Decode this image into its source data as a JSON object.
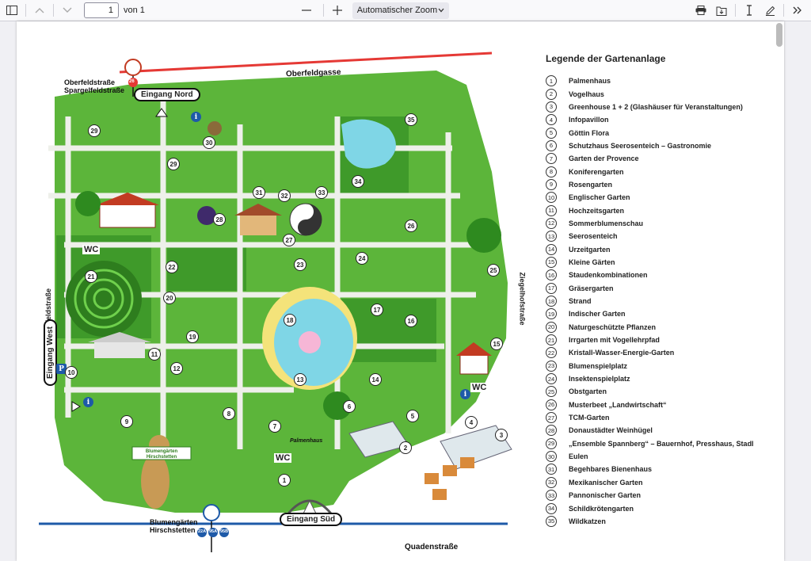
{
  "toolbar": {
    "page_number": "1",
    "page_of": "von 1",
    "zoom_value": "Automatischer Zoom",
    "minus_label": "—",
    "plus_label": "+"
  },
  "map": {
    "streets": {
      "north": "Oberfeldgasse",
      "northwest_1": "Oberfeldstraße",
      "northwest_2": "Spargelfeldstraße",
      "west": "Spargelfeldstraße",
      "east": "Ziegelhofstraße",
      "south": "Quadenstraße"
    },
    "entrances": {
      "north": "Eingang Nord",
      "west": "Eingang West",
      "south": "Eingang Süd"
    },
    "bus_stop_north": "26",
    "bus_stop_south_1": "Blumengärten",
    "bus_stop_south_2": "Hirschstetten",
    "bus_lines": [
      "22A",
      "95A",
      "95B"
    ],
    "wc_label": "WC",
    "parking_label": "P",
    "info_label": "i",
    "sign_text": "Blumengärten Hirschstetten",
    "palmenhaus_sign": "Palmenhaus",
    "area_numbers": [
      {
        "n": "29"
      },
      {
        "n": "30"
      },
      {
        "n": "29"
      },
      {
        "n": "31"
      },
      {
        "n": "32"
      },
      {
        "n": "33"
      },
      {
        "n": "34"
      },
      {
        "n": "35"
      },
      {
        "n": "28"
      },
      {
        "n": "27"
      },
      {
        "n": "26"
      },
      {
        "n": "25"
      },
      {
        "n": "21"
      },
      {
        "n": "22"
      },
      {
        "n": "23"
      },
      {
        "n": "24"
      },
      {
        "n": "20"
      },
      {
        "n": "19"
      },
      {
        "n": "18"
      },
      {
        "n": "17"
      },
      {
        "n": "16"
      },
      {
        "n": "15"
      },
      {
        "n": "10"
      },
      {
        "n": "11"
      },
      {
        "n": "12"
      },
      {
        "n": "13"
      },
      {
        "n": "14"
      },
      {
        "n": "9"
      },
      {
        "n": "8"
      },
      {
        "n": "7"
      },
      {
        "n": "6"
      },
      {
        "n": "5"
      },
      {
        "n": "4"
      },
      {
        "n": "3"
      },
      {
        "n": "2"
      },
      {
        "n": "1"
      }
    ]
  },
  "legend": {
    "title": "Legende der Gartenanlage",
    "items": [
      {
        "n": "1",
        "label": "Palmenhaus"
      },
      {
        "n": "2",
        "label": "Vogelhaus"
      },
      {
        "n": "3",
        "label": "Greenhouse 1 + 2 (Glashäuser für Veranstaltungen)"
      },
      {
        "n": "4",
        "label": "Infopavillon"
      },
      {
        "n": "5",
        "label": "Göttin Flora"
      },
      {
        "n": "6",
        "label": "Schutzhaus Seerosenteich – Gastronomie"
      },
      {
        "n": "7",
        "label": "Garten der Provence"
      },
      {
        "n": "8",
        "label": "Koniferengarten"
      },
      {
        "n": "9",
        "label": "Rosengarten"
      },
      {
        "n": "10",
        "label": "Englischer Garten"
      },
      {
        "n": "11",
        "label": "Hochzeitsgarten"
      },
      {
        "n": "12",
        "label": "Sommerblumenschau"
      },
      {
        "n": "13",
        "label": "Seerosenteich"
      },
      {
        "n": "14",
        "label": "Urzeitgarten"
      },
      {
        "n": "15",
        "label": "Kleine Gärten"
      },
      {
        "n": "16",
        "label": "Staudenkombinationen"
      },
      {
        "n": "17",
        "label": "Gräsergarten"
      },
      {
        "n": "18",
        "label": "Strand"
      },
      {
        "n": "19",
        "label": "Indischer Garten"
      },
      {
        "n": "20",
        "label": "Naturgeschützte Pflanzen"
      },
      {
        "n": "21",
        "label": "Irrgarten mit Vogellehrpfad"
      },
      {
        "n": "22",
        "label": "Kristall-Wasser-Energie-Garten"
      },
      {
        "n": "23",
        "label": "Blumenspielplatz"
      },
      {
        "n": "24",
        "label": "Insektenspielplatz"
      },
      {
        "n": "25",
        "label": "Obstgarten"
      },
      {
        "n": "26",
        "label": "Musterbeet „Landwirtschaft“"
      },
      {
        "n": "27",
        "label": "TCM-Garten"
      },
      {
        "n": "28",
        "label": "Donaustädter Weinhügel"
      },
      {
        "n": "29",
        "label": "„Ensemble Spannberg“ – Bauernhof, Presshaus, Stadl"
      },
      {
        "n": "30",
        "label": "Eulen"
      },
      {
        "n": "31",
        "label": "Begehbares Bienenhaus"
      },
      {
        "n": "32",
        "label": "Mexikanischer Garten"
      },
      {
        "n": "33",
        "label": "Pannonischer Garten"
      },
      {
        "n": "34",
        "label": "Schildkrötengarten"
      },
      {
        "n": "35",
        "label": "Wildkatzen"
      }
    ]
  },
  "colors": {
    "grass": "#5cb53a",
    "grass_dark": "#3f9a2a",
    "path": "#eef0ea",
    "red_road": "#e53935",
    "blue_road": "#1e5aa8",
    "water": "#7fd6e6"
  }
}
